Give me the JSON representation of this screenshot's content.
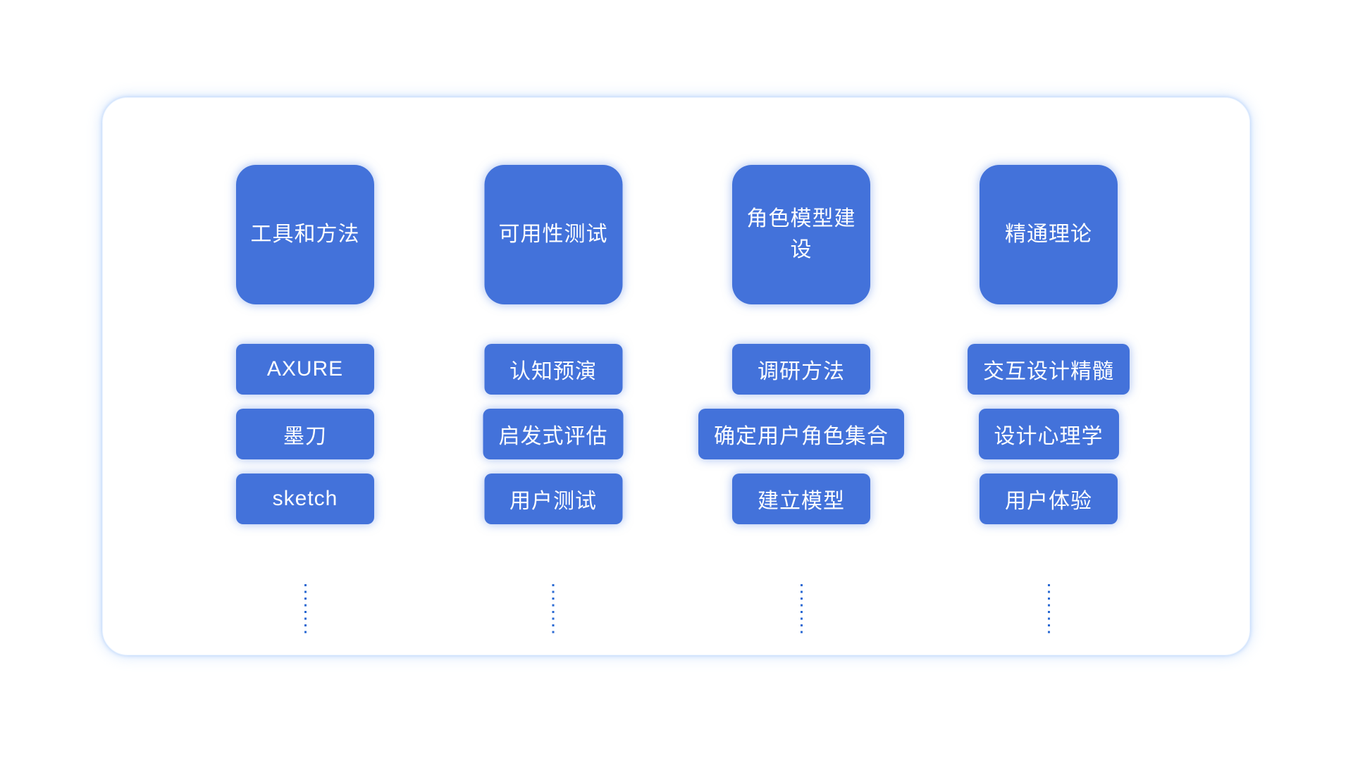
{
  "columns": [
    {
      "header": "工具和方法",
      "items": [
        "AXURE",
        "墨刀",
        "sketch"
      ]
    },
    {
      "header": "可用性测试",
      "items": [
        "认知预演",
        "启发式评估",
        "用户测试"
      ]
    },
    {
      "header": "角色模型建设",
      "items": [
        "调研方法",
        "确定用户角色集合",
        "建立模型"
      ]
    },
    {
      "header": "精通理论",
      "items": [
        "交互设计精髓",
        "设计心理学",
        "用户体验"
      ]
    }
  ],
  "colors": {
    "node_blue": "#4372DA",
    "connector_dot_blue": "#2A6AD3",
    "panel_glow_blue": "#D8E8FB",
    "node_text": "#FFFFFF",
    "background": "#FFFFFF"
  }
}
